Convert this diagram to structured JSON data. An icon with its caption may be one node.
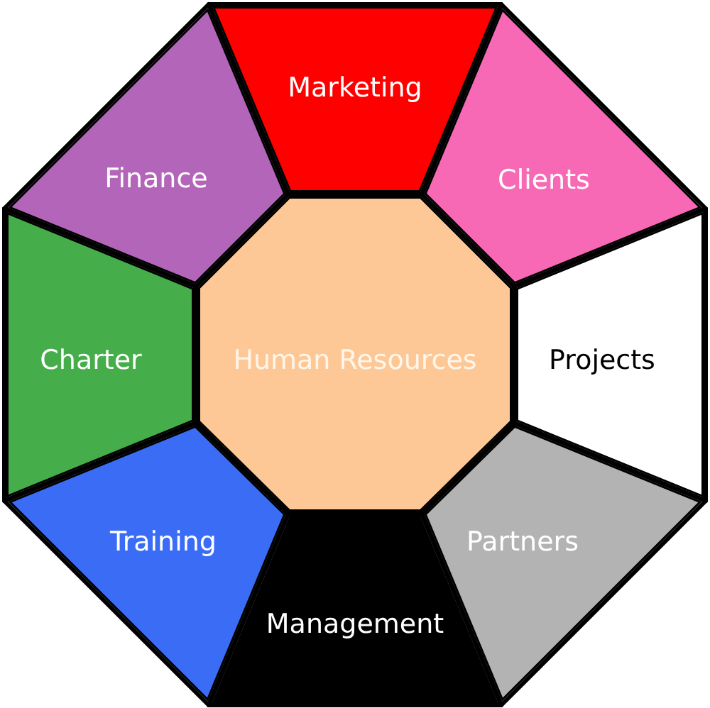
{
  "diagram": {
    "nodes": [
      {
        "text": [
          "Marketing"
        ]
      },
      {
        "text": [
          "Finance"
        ]
      },
      {
        "text": [
          "Clients"
        ]
      },
      {
        "text": [
          "Charter"
        ]
      },
      {
        "text": [
          "Human Resources"
        ]
      },
      {
        "text": [
          "Projects"
        ]
      },
      {
        "text": [
          "Training"
        ]
      },
      {
        "text": [
          "Partners"
        ]
      },
      {
        "text": [
          "Management"
        ]
      }
    ]
  }
}
